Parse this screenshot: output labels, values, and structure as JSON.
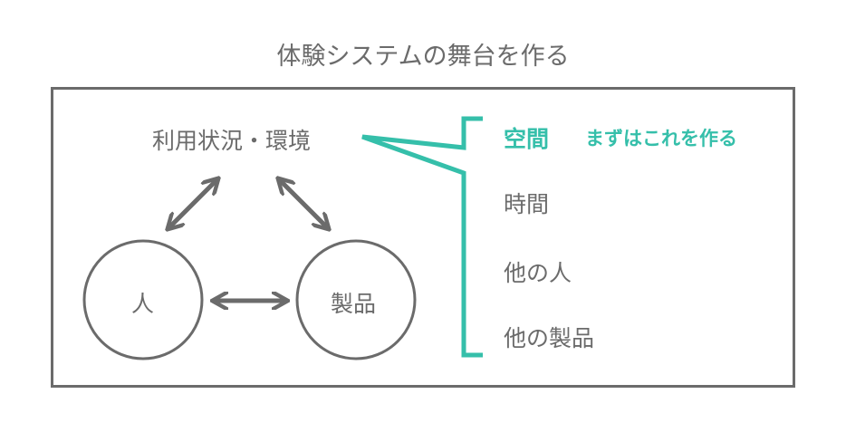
{
  "title": "体験システムの舞台を作る",
  "context_label": "利用状況・環境",
  "person_label": "人",
  "product_label": "製品",
  "items": [
    {
      "label": "空間",
      "highlight": true
    },
    {
      "label": "時間"
    },
    {
      "label": "他の人"
    },
    {
      "label": "他の製品"
    }
  ],
  "note": "まずはこれを作る",
  "colors": {
    "accent": "#35bfaa",
    "line": "#6b6b6b"
  }
}
